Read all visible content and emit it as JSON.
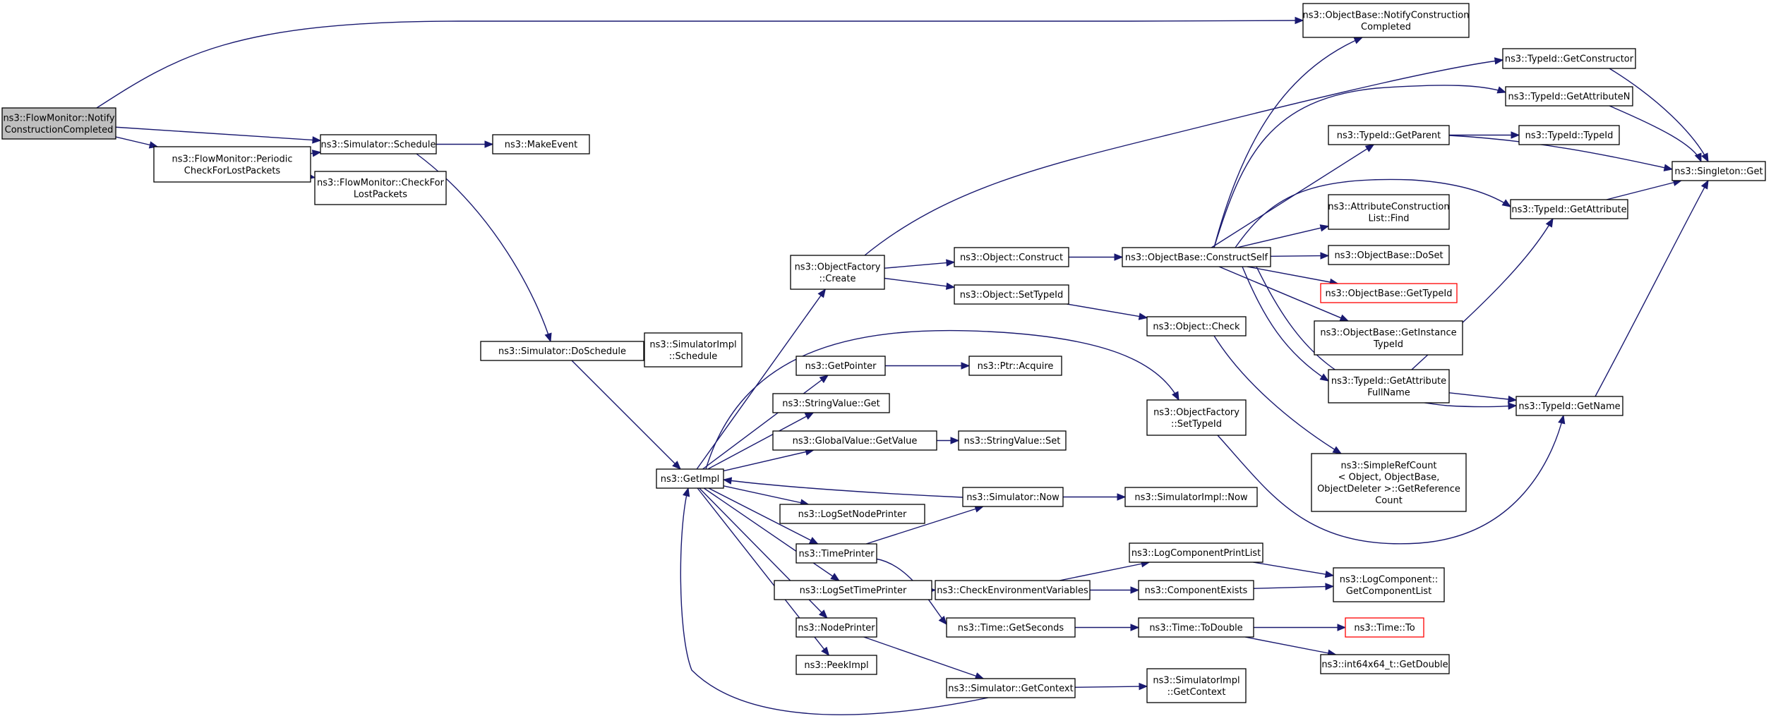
{
  "nodes": [
    {
      "id": "root",
      "lines": [
        "ns3::FlowMonitor::Notify",
        "ConstructionCompleted"
      ],
      "highlight": true
    },
    {
      "id": "obnotify",
      "lines": [
        "ns3::ObjectBase::NotifyConstruction",
        "Completed"
      ]
    },
    {
      "id": "schedule",
      "lines": [
        "ns3::Simulator::Schedule"
      ]
    },
    {
      "id": "periodic",
      "lines": [
        "ns3::FlowMonitor::Periodic",
        "CheckForLostPackets"
      ]
    },
    {
      "id": "checkfor",
      "lines": [
        "ns3::FlowMonitor::CheckFor",
        "LostPackets"
      ]
    },
    {
      "id": "makeevent",
      "lines": [
        "ns3::MakeEvent"
      ]
    },
    {
      "id": "doschedule",
      "lines": [
        "ns3::Simulator::DoSchedule"
      ]
    },
    {
      "id": "implschedule",
      "lines": [
        "ns3::SimulatorImpl",
        "::Schedule"
      ]
    },
    {
      "id": "getimpl",
      "lines": [
        "ns3::GetImpl"
      ]
    },
    {
      "id": "ofcreate",
      "lines": [
        "ns3::ObjectFactory",
        "::Create"
      ]
    },
    {
      "id": "getpointer",
      "lines": [
        "ns3::GetPointer"
      ]
    },
    {
      "id": "strget",
      "lines": [
        "ns3::StringValue::Get"
      ]
    },
    {
      "id": "gvget",
      "lines": [
        "ns3::GlobalValue::GetValue"
      ]
    },
    {
      "id": "lognode",
      "lines": [
        "ns3::LogSetNodePrinter"
      ]
    },
    {
      "id": "timeprinter",
      "lines": [
        "ns3::TimePrinter"
      ]
    },
    {
      "id": "logtime",
      "lines": [
        "ns3::LogSetTimePrinter"
      ]
    },
    {
      "id": "nodeprinter",
      "lines": [
        "ns3::NodePrinter"
      ]
    },
    {
      "id": "peekimpl",
      "lines": [
        "ns3::PeekImpl"
      ]
    },
    {
      "id": "objconstruct",
      "lines": [
        "ns3::Object::Construct"
      ]
    },
    {
      "id": "objsettid",
      "lines": [
        "ns3::Object::SetTypeId"
      ]
    },
    {
      "id": "ptracquire",
      "lines": [
        "ns3::Ptr::Acquire"
      ]
    },
    {
      "id": "strset",
      "lines": [
        "ns3::StringValue::Set"
      ]
    },
    {
      "id": "simnow",
      "lines": [
        "ns3::Simulator::Now"
      ]
    },
    {
      "id": "checkenv",
      "lines": [
        "ns3::CheckEnvironmentVariables"
      ]
    },
    {
      "id": "getseconds",
      "lines": [
        "ns3::Time::GetSeconds"
      ]
    },
    {
      "id": "getcontext",
      "lines": [
        "ns3::Simulator::GetContext"
      ]
    },
    {
      "id": "constructself",
      "lines": [
        "ns3::ObjectBase::ConstructSelf"
      ]
    },
    {
      "id": "objcheck",
      "lines": [
        "ns3::Object::Check"
      ]
    },
    {
      "id": "ofsettid",
      "lines": [
        "ns3::ObjectFactory",
        "::SetTypeId"
      ]
    },
    {
      "id": "implnow",
      "lines": [
        "ns3::SimulatorImpl::Now"
      ]
    },
    {
      "id": "logprintlist",
      "lines": [
        "ns3::LogComponentPrintList"
      ]
    },
    {
      "id": "compexists",
      "lines": [
        "ns3::ComponentExists"
      ]
    },
    {
      "id": "todouble",
      "lines": [
        "ns3::Time::ToDouble"
      ]
    },
    {
      "id": "implgetcontext",
      "lines": [
        "ns3::SimulatorImpl",
        "::GetContext"
      ]
    },
    {
      "id": "getparent",
      "lines": [
        "ns3::TypeId::GetParent"
      ]
    },
    {
      "id": "acfind",
      "lines": [
        "ns3::AttributeConstruction",
        "List::Find"
      ]
    },
    {
      "id": "doset",
      "lines": [
        "ns3::ObjectBase::DoSet"
      ]
    },
    {
      "id": "obgettid",
      "lines": [
        "ns3::ObjectBase::GetTypeId"
      ],
      "red": true
    },
    {
      "id": "getinstance",
      "lines": [
        "ns3::ObjectBase::GetInstance",
        "TypeId"
      ]
    },
    {
      "id": "getattrfull",
      "lines": [
        "ns3::TypeId::GetAttribute",
        "FullName"
      ]
    },
    {
      "id": "simplerefcount",
      "lines": [
        "ns3::SimpleRefCount",
        "< Object, ObjectBase,",
        "ObjectDeleter >::GetReference",
        "Count"
      ]
    },
    {
      "id": "getcomplist",
      "lines": [
        "ns3::LogComponent::",
        "GetComponentList"
      ]
    },
    {
      "id": "timeto",
      "lines": [
        "ns3::Time::To"
      ],
      "red": true
    },
    {
      "id": "int64",
      "lines": [
        "ns3::int64x64_t::GetDouble"
      ]
    },
    {
      "id": "getconstructor",
      "lines": [
        "ns3::TypeId::GetConstructor"
      ]
    },
    {
      "id": "getattrn",
      "lines": [
        "ns3::TypeId::GetAttributeN"
      ]
    },
    {
      "id": "typeidtypeid",
      "lines": [
        "ns3::TypeId::TypeId"
      ]
    },
    {
      "id": "getattribute",
      "lines": [
        "ns3::TypeId::GetAttribute"
      ]
    },
    {
      "id": "getname",
      "lines": [
        "ns3::TypeId::GetName"
      ]
    },
    {
      "id": "singleton",
      "lines": [
        "ns3::Singleton::Get"
      ]
    }
  ],
  "edges": [
    [
      "root",
      "obnotify"
    ],
    [
      "root",
      "schedule"
    ],
    [
      "root",
      "periodic"
    ],
    [
      "periodic",
      "schedule"
    ],
    [
      "periodic",
      "checkfor"
    ],
    [
      "schedule",
      "makeevent"
    ],
    [
      "schedule",
      "doschedule"
    ],
    [
      "doschedule",
      "implschedule"
    ],
    [
      "doschedule",
      "getimpl"
    ],
    [
      "getimpl",
      "ofcreate"
    ],
    [
      "getimpl",
      "getpointer"
    ],
    [
      "getimpl",
      "strget"
    ],
    [
      "getimpl",
      "gvget"
    ],
    [
      "getimpl",
      "lognode"
    ],
    [
      "getimpl",
      "timeprinter"
    ],
    [
      "getimpl",
      "logtime"
    ],
    [
      "getimpl",
      "nodeprinter"
    ],
    [
      "getimpl",
      "peekimpl"
    ],
    [
      "getimpl",
      "ofsettid"
    ],
    [
      "ofcreate",
      "objconstruct"
    ],
    [
      "ofcreate",
      "objsettid"
    ],
    [
      "ofcreate",
      "getconstructor"
    ],
    [
      "getpointer",
      "ptracquire"
    ],
    [
      "gvget",
      "strset"
    ],
    [
      "simnow",
      "getimpl"
    ],
    [
      "simnow",
      "implnow"
    ],
    [
      "timeprinter",
      "simnow"
    ],
    [
      "timeprinter",
      "getseconds"
    ],
    [
      "logtime",
      "checkenv"
    ],
    [
      "nodeprinter",
      "getcontext"
    ],
    [
      "getcontext",
      "getimpl"
    ],
    [
      "getcontext",
      "implgetcontext"
    ],
    [
      "objconstruct",
      "constructself"
    ],
    [
      "objsettid",
      "objcheck"
    ],
    [
      "objcheck",
      "simplerefcount"
    ],
    [
      "ofsettid",
      "getname"
    ],
    [
      "checkenv",
      "logprintlist"
    ],
    [
      "checkenv",
      "compexists"
    ],
    [
      "logprintlist",
      "getcomplist"
    ],
    [
      "compexists",
      "getcomplist"
    ],
    [
      "getseconds",
      "todouble"
    ],
    [
      "todouble",
      "timeto"
    ],
    [
      "todouble",
      "int64"
    ],
    [
      "constructself",
      "obnotify"
    ],
    [
      "constructself",
      "getattrn"
    ],
    [
      "constructself",
      "getparent"
    ],
    [
      "constructself",
      "getattribute"
    ],
    [
      "constructself",
      "acfind"
    ],
    [
      "constructself",
      "doset"
    ],
    [
      "constructself",
      "obgettid"
    ],
    [
      "constructself",
      "getinstance"
    ],
    [
      "constructself",
      "getattrfull"
    ],
    [
      "constructself",
      "getname"
    ],
    [
      "getparent",
      "typeidtypeid"
    ],
    [
      "getparent",
      "singleton"
    ],
    [
      "getattrfull",
      "getattribute"
    ],
    [
      "getattrfull",
      "getname"
    ],
    [
      "getconstructor",
      "singleton"
    ],
    [
      "getattrn",
      "singleton"
    ],
    [
      "getattribute",
      "singleton"
    ],
    [
      "getname",
      "singleton"
    ]
  ]
}
